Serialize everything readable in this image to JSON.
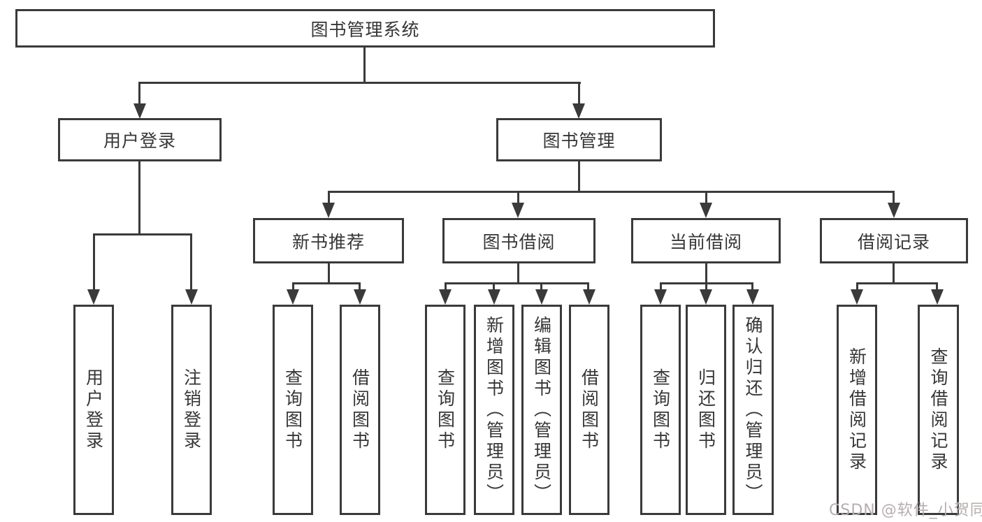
{
  "palette": {
    "line_color": "#3a3a3a",
    "text_color": "#363636",
    "watermark_color": "#b7aeae",
    "background": "#ffffff"
  },
  "tree": {
    "root": {
      "label": "图书管理系统"
    },
    "user_login": {
      "label": "用户登录",
      "children": {
        "login": {
          "label": "用户登录"
        },
        "logout": {
          "label": "注销登录"
        }
      }
    },
    "book_management": {
      "label": "图书管理",
      "children": {
        "new_book_recommend": {
          "label": "新书推荐",
          "children": {
            "query_book": {
              "label": "查询图书"
            },
            "borrow_book": {
              "label": "借阅图书"
            }
          }
        },
        "book_borrowing": {
          "label": "图书借阅",
          "children": {
            "query_book": {
              "label": "查询图书"
            },
            "add_book": {
              "label": "新增图书（管理员）"
            },
            "edit_book": {
              "label": "编辑图书（管理员）"
            },
            "borrow_book": {
              "label": "借阅图书"
            }
          }
        },
        "current_borrowing": {
          "label": "当前借阅",
          "children": {
            "query_book": {
              "label": "查询图书"
            },
            "return_book": {
              "label": "归还图书"
            },
            "confirm_return": {
              "label": "确认归还（管理员）"
            }
          }
        },
        "borrowing_records": {
          "label": "借阅记录",
          "children": {
            "add_record": {
              "label": "新增借阅记录"
            },
            "query_record": {
              "label": "查询借阅记录"
            }
          }
        }
      }
    }
  },
  "watermark": {
    "text": "CSDN @软件_小贺同学"
  }
}
